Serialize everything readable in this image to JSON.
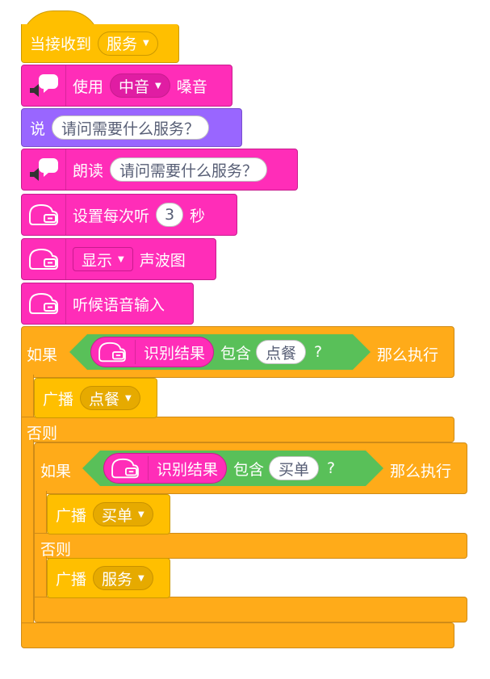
{
  "blocks": {
    "hat": {
      "label": "当接收到",
      "message": "服务"
    },
    "set_voice": {
      "label1": "使用",
      "voice": "中音",
      "label2": "嗓音"
    },
    "say": {
      "label": "说",
      "text": "请问需要什么服务？"
    },
    "speak": {
      "label": "朗读",
      "text": "请问需要什么服务？"
    },
    "set_listen": {
      "label1": "设置每次听",
      "value": "3",
      "label2": "秒"
    },
    "show_wave": {
      "option": "显示",
      "label": "声波图"
    },
    "listen": {
      "label": "听候语音输入"
    },
    "if1": {
      "if_label": "如果",
      "reporter": "识别结果",
      "contains": "包含",
      "keyword": "点餐",
      "question": "?",
      "then_label": "那么执行",
      "broadcast_label": "广播",
      "broadcast_msg": "点餐",
      "else_label": "否则"
    },
    "if2": {
      "if_label": "如果",
      "reporter": "识别结果",
      "contains": "包含",
      "keyword": "买单",
      "question": "?",
      "then_label": "那么执行",
      "broadcast_label": "广播",
      "broadcast_msg": "买单",
      "else_label": "否则",
      "broadcast2_label": "广播",
      "broadcast2_msg": "服务"
    }
  },
  "colors": {
    "event": "#FFBF00",
    "sound": "#FF2DB8",
    "looks": "#9966FF",
    "control": "#FFAB19",
    "operator": "#59C059"
  },
  "icons": [
    "speaker-bubble-icon",
    "voice-recognition-icon"
  ]
}
